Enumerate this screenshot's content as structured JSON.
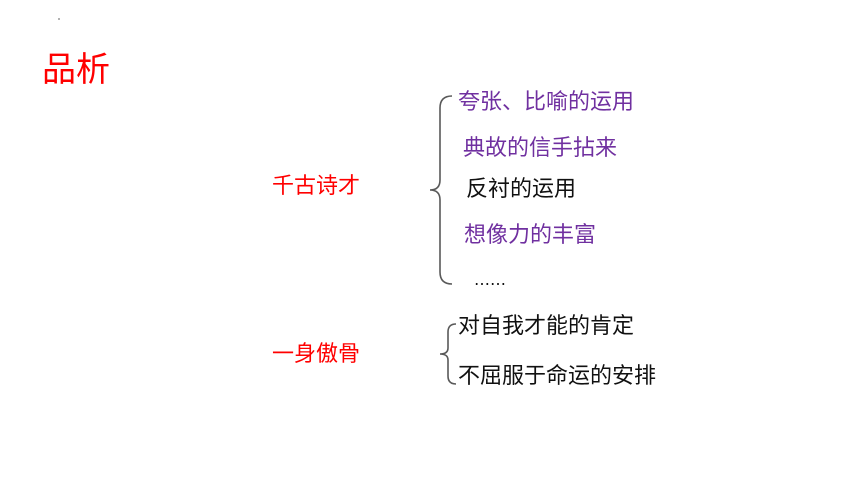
{
  "title": "品析",
  "colors": {
    "red": "#ff0000",
    "purple": "#7030a0",
    "black": "#111111",
    "brace": "#595959"
  },
  "groups": [
    {
      "label": "千古诗才",
      "items": [
        {
          "text": "夸张、比喻的运用",
          "color": "#7030a0"
        },
        {
          "text": "典故的信手拈来",
          "color": "#7030a0"
        },
        {
          "text": "反衬的运用",
          "color": "#111111"
        },
        {
          "text": "想像力的丰富",
          "color": "#7030a0"
        },
        {
          "text": "……",
          "color": "#111111"
        }
      ]
    },
    {
      "label": "一身傲骨",
      "items": [
        {
          "text": "对自我才能的肯定",
          "color": "#111111"
        },
        {
          "text": "不屈服于命运的安排",
          "color": "#111111"
        }
      ]
    }
  ]
}
